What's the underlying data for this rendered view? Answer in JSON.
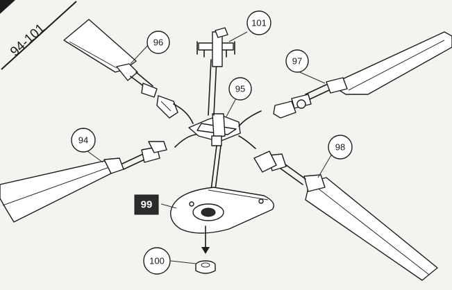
{
  "step_label": "94-101",
  "callouts": {
    "c94": "94",
    "c95": "95",
    "c96": "96",
    "c97": "97",
    "c98": "98",
    "c99": "99",
    "c100": "100",
    "c101": "101"
  },
  "colors": {
    "ink": "#1c1c1c",
    "paper": "#f4f3ef",
    "highlight_box": "#2b2b2b"
  }
}
